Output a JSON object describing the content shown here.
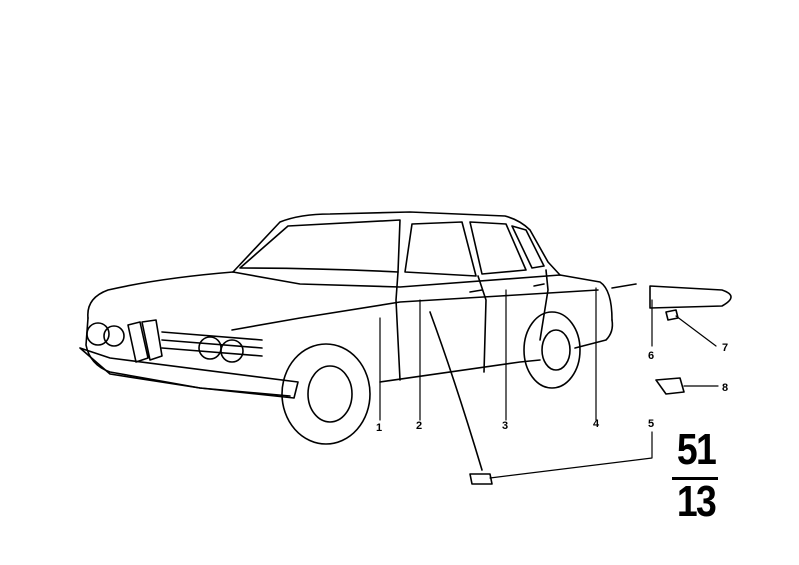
{
  "callouts": [
    "1",
    "2",
    "3",
    "4",
    "5",
    "6",
    "7",
    "8"
  ],
  "group": {
    "main": "51",
    "sub": "13"
  },
  "colors": {
    "ink": "#000000",
    "paper": "#ffffff"
  }
}
